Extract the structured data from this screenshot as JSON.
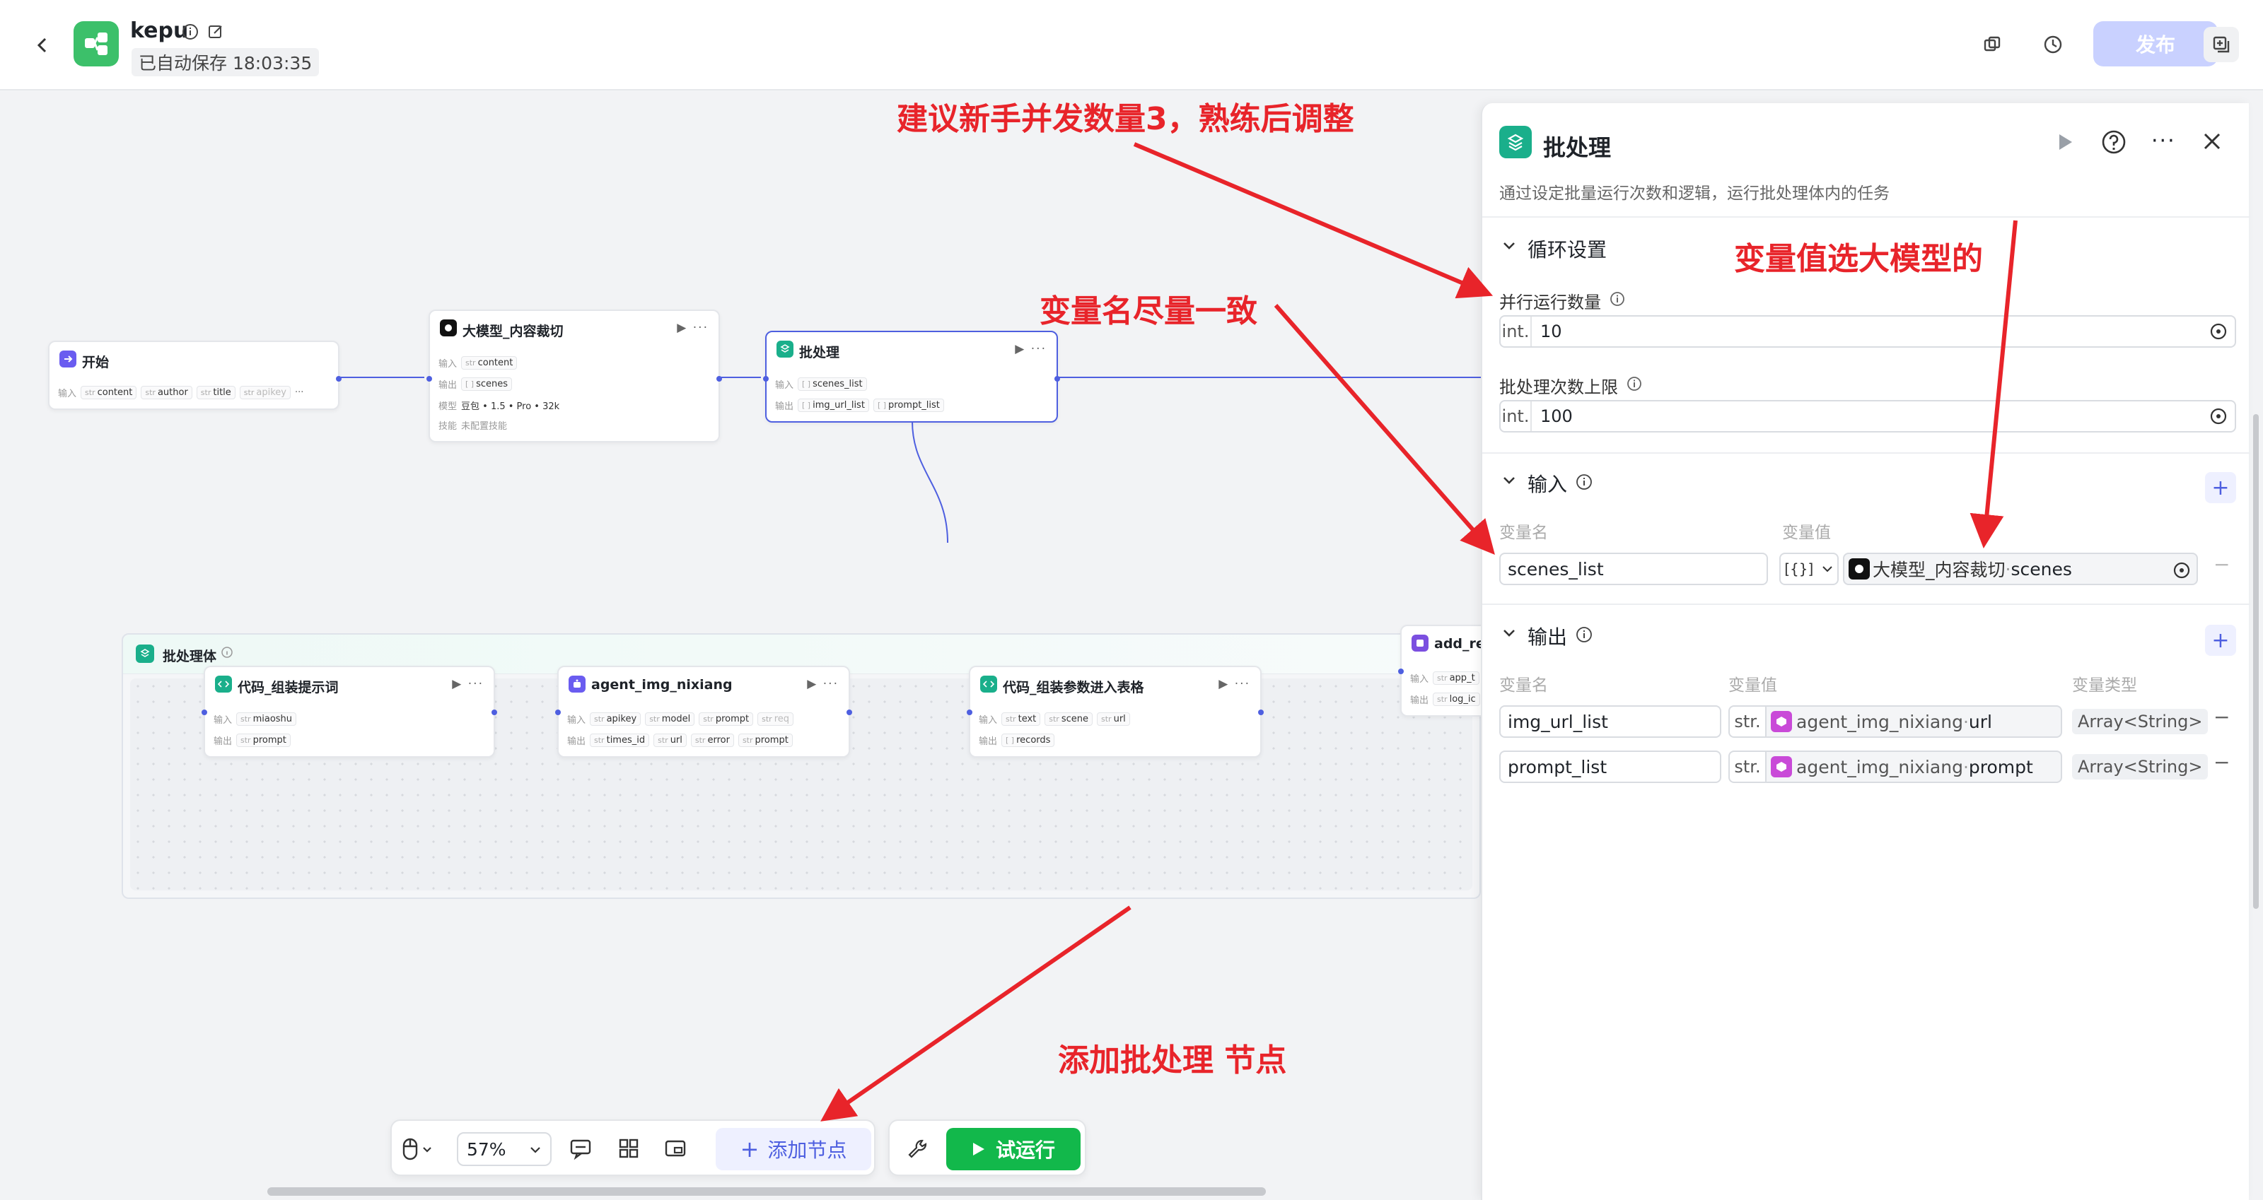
{
  "header": {
    "app_name": "kepu",
    "autosave": "已自动保存 18:03:35",
    "publish_label": "发布"
  },
  "annotations": {
    "concurrency_tip": "建议新手并发数量3，熟练后调整",
    "var_name_tip": "变量名尽量一致",
    "var_value_tip": "变量值选大模型的",
    "add_node_tip": "添加批处理 节点"
  },
  "nodes": {
    "start": {
      "title": "开始",
      "input_label": "输入",
      "inputs": [
        {
          "type": "str",
          "name": "content"
        },
        {
          "type": "str",
          "name": "author"
        },
        {
          "type": "str",
          "name": "title"
        },
        {
          "type": "str",
          "name": "apikey"
        }
      ]
    },
    "llm": {
      "title": "大模型_内容裁切",
      "input_label": "输入",
      "output_label": "输出",
      "model_label": "模型",
      "skill_label": "技能",
      "input": {
        "type": "str",
        "name": "content"
      },
      "output": {
        "type": "[ ]",
        "name": "scenes"
      },
      "model": "豆包 • 1.5 • Pro • 32k",
      "skill": "未配置技能"
    },
    "batch": {
      "title": "批处理",
      "input_label": "输入",
      "output_label": "输出",
      "input": {
        "type": "[ ]",
        "name": "scenes_list"
      },
      "outputs": [
        {
          "type": "[ ]",
          "name": "img_url_list"
        },
        {
          "type": "[ ]",
          "name": "prompt_list"
        }
      ]
    },
    "batch_body": {
      "title": "批处理体"
    },
    "code1": {
      "title": "代码_组装提示词",
      "input_label": "输入",
      "output_label": "输出",
      "input": {
        "type": "str",
        "name": "miaoshu"
      },
      "output": {
        "type": "str",
        "name": "prompt"
      }
    },
    "agent": {
      "title": "agent_img_nixiang",
      "input_label": "输入",
      "output_label": "输出",
      "inputs": [
        {
          "type": "str",
          "name": "apikey"
        },
        {
          "type": "str",
          "name": "model"
        },
        {
          "type": "str",
          "name": "prompt"
        },
        {
          "type": "str",
          "name": "req"
        }
      ],
      "outputs": [
        {
          "type": "str",
          "name": "times_id"
        },
        {
          "type": "str",
          "name": "url"
        },
        {
          "type": "str",
          "name": "error"
        },
        {
          "type": "str",
          "name": "prompt"
        }
      ]
    },
    "code2": {
      "title": "代码_组装参数进入表格",
      "input_label": "输入",
      "output_label": "输出",
      "inputs": [
        {
          "type": "str",
          "name": "text"
        },
        {
          "type": "str",
          "name": "scene"
        },
        {
          "type": "str",
          "name": "url"
        }
      ],
      "output": {
        "type": "[ ]",
        "name": "records"
      }
    },
    "add_rec": {
      "title": "add_re",
      "input_label": "输入",
      "output_label": "输出",
      "input": {
        "type": "str",
        "name": "app_t"
      },
      "output": {
        "type": "str",
        "name": "log_ic"
      }
    }
  },
  "toolbar": {
    "zoom": "57%",
    "add_node_label": "添加节点",
    "test_run_label": "试运行"
  },
  "panel": {
    "title": "批处理",
    "description": "通过设定批量运行次数和逻辑，运行批处理体内的任务",
    "loop_section": "循环设置",
    "concurrency_label": "并行运行数量",
    "concurrency_type": "int.",
    "concurrency_value": "10",
    "max_batch_label": "批处理次数上限",
    "max_batch_type": "int.",
    "max_batch_value": "100",
    "input_section": "输入",
    "output_section": "输出",
    "col_var_name": "变量名",
    "col_var_value": "变量值",
    "col_var_type": "变量类型",
    "inputs": [
      {
        "name": "scenes_list",
        "type_icon": "[{}]",
        "ref_node": "大模型_内容裁切",
        "ref_sep": " · ",
        "ref_field": "scenes"
      }
    ],
    "outputs": [
      {
        "name": "img_url_list",
        "type": "str.",
        "ref_node": "agent_img_nixiang",
        "ref_sep": " · ",
        "ref_field": "url",
        "var_type": "Array<String>"
      },
      {
        "name": "prompt_list",
        "type": "str.",
        "ref_node": "agent_img_nixiang",
        "ref_sep": " · ",
        "ref_field": "prompt",
        "var_type": "Array<String>"
      }
    ]
  },
  "colors": {
    "accent": "#4e5fe0",
    "annotation": "#e8242a",
    "run_button": "#12b84b",
    "batch_icon": "#1aaf8b"
  }
}
